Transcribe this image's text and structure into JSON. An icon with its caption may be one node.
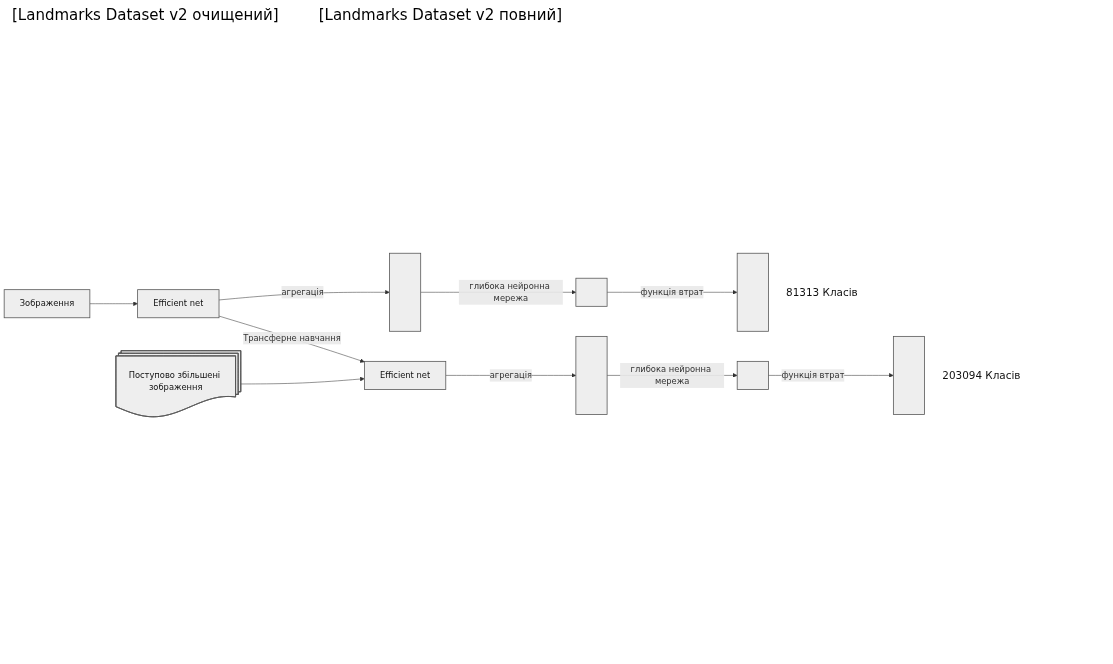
{
  "diagram": {
    "nodes": [
      {
        "text": [
          "Зображення"
        ]
      },
      {
        "text": [
          "Efficient net"
        ]
      },
      {
        "text": [],
        "shape": "bar"
      },
      {
        "text": [],
        "shape": "box"
      },
      {
        "text": [],
        "shape": "bar",
        "beside": [
          "81313 Класів"
        ]
      },
      {
        "text": [
          "Поступово збільшені зображення"
        ]
      },
      {
        "text": [
          "Efficient net"
        ]
      },
      {
        "text": [],
        "shape": "bar"
      },
      {
        "text": [],
        "shape": "box"
      },
      {
        "text": [],
        "shape": "bar",
        "beside": [
          "203094 Класів"
        ]
      }
    ],
    "edges": [
      {
        "from": 0,
        "to": 1,
        "arrow": "to"
      },
      {
        "from": 1,
        "to": 2,
        "arrow": "to",
        "label": "агрегація"
      },
      {
        "from": 2,
        "to": 3,
        "arrow": "to",
        "label": "глибока нейронна мережа"
      },
      {
        "from": 3,
        "to": 4,
        "arrow": "to",
        "label": "функція втрат"
      },
      {
        "from": 1,
        "to": 6,
        "arrow": "to",
        "label": "Трансферне навчання"
      },
      {
        "from": 5,
        "to": 6,
        "arrow": "to"
      },
      {
        "from": 6,
        "to": 7,
        "arrow": "to",
        "label": "агрегація"
      },
      {
        "from": 7,
        "to": 8,
        "arrow": "to",
        "label": "глибока нейронна мережа"
      },
      {
        "from": 8,
        "to": 9,
        "arrow": "to",
        "label": "функція втрат"
      }
    ],
    "labels": [
      "[Landmarks Dataset v2 очищений]",
      "[Landmarks Dataset v2 повний]"
    ]
  }
}
